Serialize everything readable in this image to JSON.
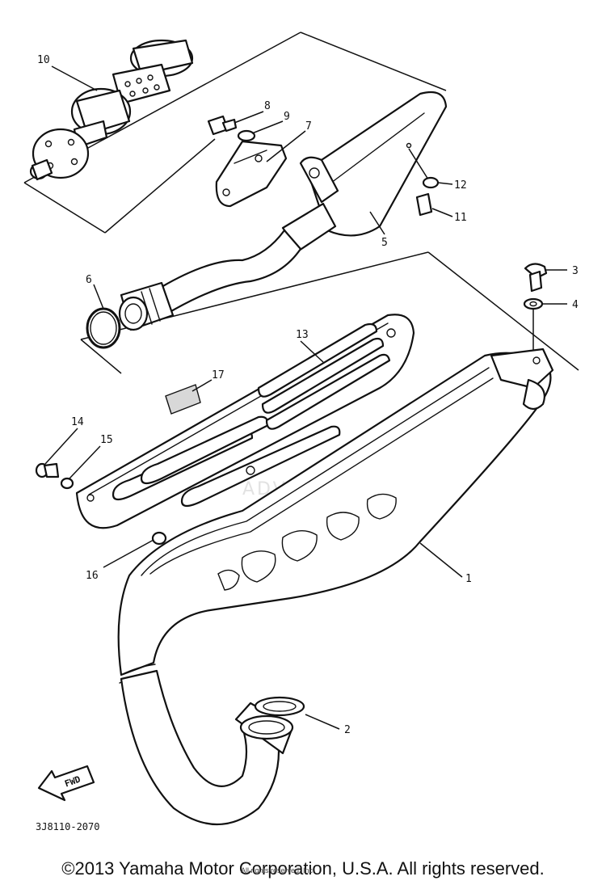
{
  "diagram": {
    "callouts": [
      {
        "id": "c1",
        "label": "1"
      },
      {
        "id": "c2",
        "label": "2"
      },
      {
        "id": "c3",
        "label": "3"
      },
      {
        "id": "c4",
        "label": "4"
      },
      {
        "id": "c5",
        "label": "5"
      },
      {
        "id": "c6",
        "label": "6"
      },
      {
        "id": "c7",
        "label": "7"
      },
      {
        "id": "c8",
        "label": "8"
      },
      {
        "id": "c9",
        "label": "9"
      },
      {
        "id": "c10",
        "label": "10"
      },
      {
        "id": "c11",
        "label": "11"
      },
      {
        "id": "c12",
        "label": "12"
      },
      {
        "id": "c13",
        "label": "13"
      },
      {
        "id": "c14",
        "label": "14"
      },
      {
        "id": "c15",
        "label": "15"
      },
      {
        "id": "c16",
        "label": "16"
      },
      {
        "id": "c17",
        "label": "17"
      }
    ],
    "fwd_label": "FWD",
    "diagram_code": "3J8110-2070",
    "watermark": "ADVENTURE"
  },
  "footer": {
    "copyright": "©2013 Yamaha Motor Corporation, U.S.A. All rights reserved.",
    "small_note": "All rights reserved, Inc."
  }
}
